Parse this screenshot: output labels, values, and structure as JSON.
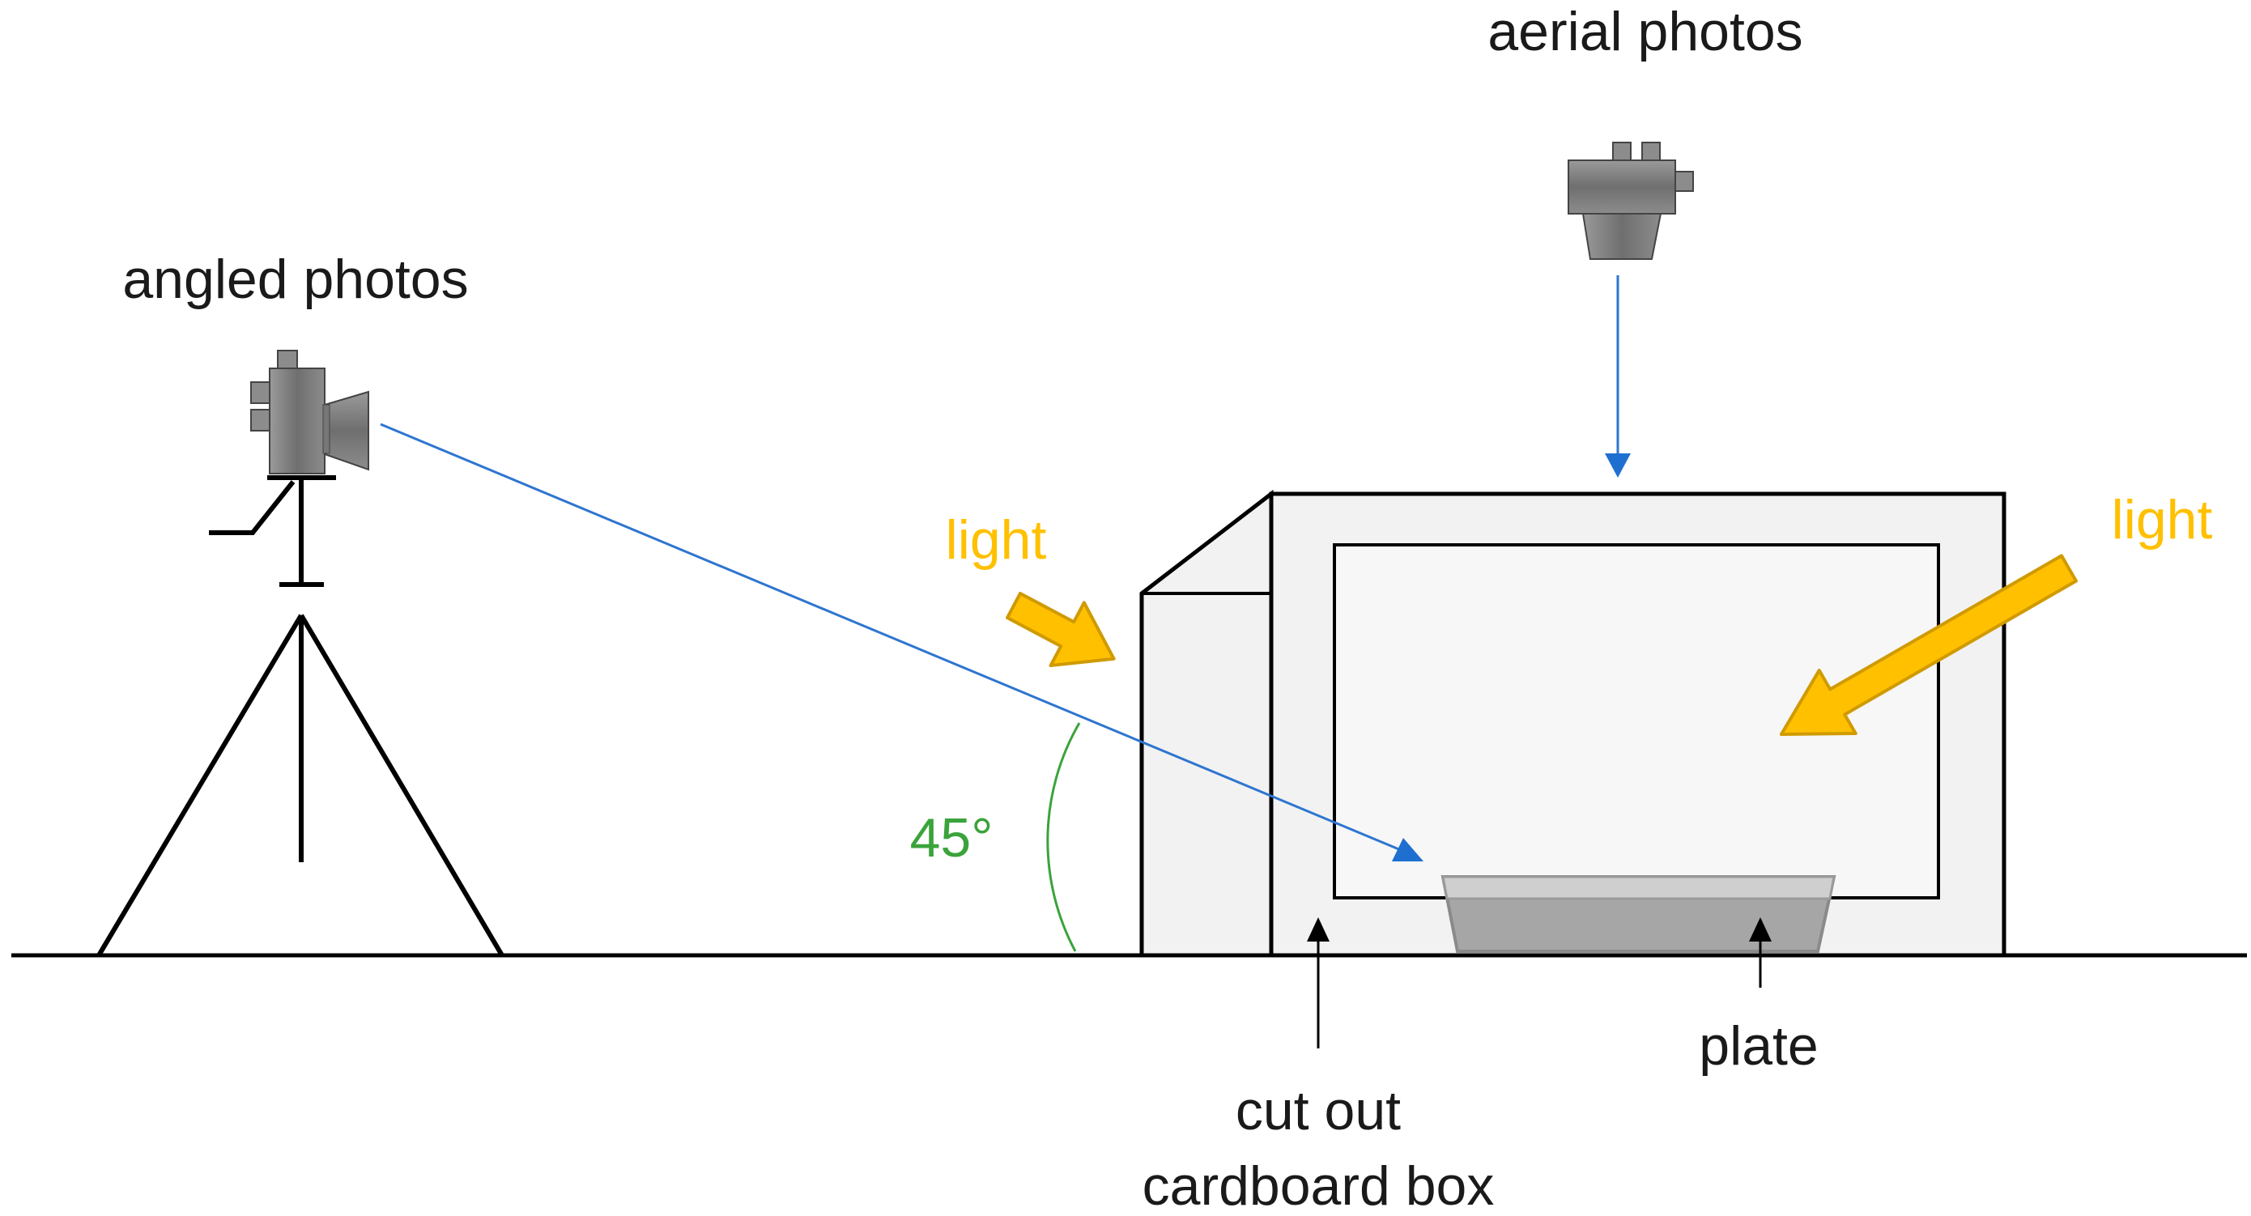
{
  "labels": {
    "aerial": "aerial photos",
    "angled": "angled photos",
    "light_left": "light",
    "light_right": "light",
    "angle": "45°",
    "plate": "plate",
    "box_line1": "cut out",
    "box_line2": "cardboard box"
  },
  "colors": {
    "light": "#FFC000",
    "light_stroke": "#D09A00",
    "angle": "#3BA33B",
    "sightline": "#2E75D0",
    "camera": "#7f7f7f",
    "plate": "#a6a6a6",
    "box_fill": "#f2f2f2",
    "stroke": "#000000"
  },
  "icons": {
    "aerial_camera": "camera-icon",
    "angled_camera": "camera-icon",
    "tripod": "tripod-icon"
  }
}
